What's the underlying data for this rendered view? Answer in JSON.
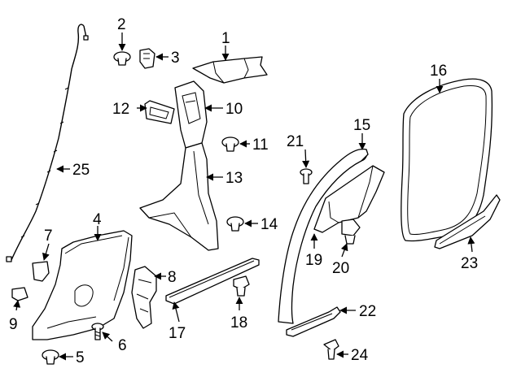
{
  "diagram": {
    "callouts": {
      "c1": "1",
      "c2": "2",
      "c3": "3",
      "c4": "4",
      "c5": "5",
      "c6": "6",
      "c7": "7",
      "c8": "8",
      "c9": "9",
      "c10": "10",
      "c11": "11",
      "c12": "12",
      "c13": "13",
      "c14": "14",
      "c15": "15",
      "c16": "16",
      "c17": "17",
      "c18": "18",
      "c19": "19",
      "c20": "20",
      "c21": "21",
      "c22": "22",
      "c23": "23",
      "c24": "24",
      "c25": "25"
    },
    "colors": {
      "line": "#000000",
      "fill": "#ffffff",
      "shade": "#eeeeee"
    }
  }
}
